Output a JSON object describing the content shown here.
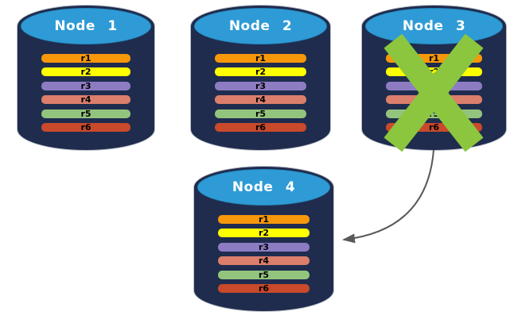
{
  "nodes": [
    {
      "label": "Node 1",
      "failed": false,
      "rows": [
        {
          "label": "r1",
          "color": "#F7980B"
        },
        {
          "label": "r2",
          "color": "#FFFF00"
        },
        {
          "label": "r3",
          "color": "#8E7CC3"
        },
        {
          "label": "r4",
          "color": "#DB7E6B"
        },
        {
          "label": "r5",
          "color": "#93C47D"
        },
        {
          "label": "r6",
          "color": "#C9492B"
        }
      ]
    },
    {
      "label": "Node 2",
      "failed": false,
      "rows": [
        {
          "label": "r1",
          "color": "#F7980B"
        },
        {
          "label": "r2",
          "color": "#FFFF00"
        },
        {
          "label": "r3",
          "color": "#8E7CC3"
        },
        {
          "label": "r4",
          "color": "#DB7E6B"
        },
        {
          "label": "r5",
          "color": "#93C47D"
        },
        {
          "label": "r6",
          "color": "#C9492B"
        }
      ]
    },
    {
      "label": "Node 3",
      "failed": true,
      "rows": [
        {
          "label": "r1",
          "color": "#F7980B"
        },
        {
          "label": "r2",
          "color": "#FFFF00"
        },
        {
          "label": "r3",
          "color": "#8E7CC3"
        },
        {
          "label": "r4",
          "color": "#DB7E6B"
        },
        {
          "label": "r5",
          "color": "#93C47D"
        },
        {
          "label": "r6",
          "color": "#C9492B"
        }
      ]
    },
    {
      "label": "Node 4",
      "failed": false,
      "rows": [
        {
          "label": "r1",
          "color": "#F7980B"
        },
        {
          "label": "r2",
          "color": "#FFFF00"
        },
        {
          "label": "r3",
          "color": "#8E7CC3"
        },
        {
          "label": "r4",
          "color": "#DB7E6B"
        },
        {
          "label": "r5",
          "color": "#93C47D"
        },
        {
          "label": "r6",
          "color": "#C9492B"
        }
      ]
    }
  ],
  "failure_mark": {
    "node": "Node 3",
    "icon": "x-cross",
    "color": "#8BC63E"
  },
  "arrow": {
    "from": "Node 3",
    "to": "Node 4",
    "color": "#595959",
    "style": "curved"
  },
  "colors": {
    "background": "#FFFFFF",
    "cylinder_body": "#1F2C4E",
    "cylinder_top": "#2E9BD6",
    "node_label_text": "#FFFFFF",
    "row_label_text": "#000000"
  }
}
